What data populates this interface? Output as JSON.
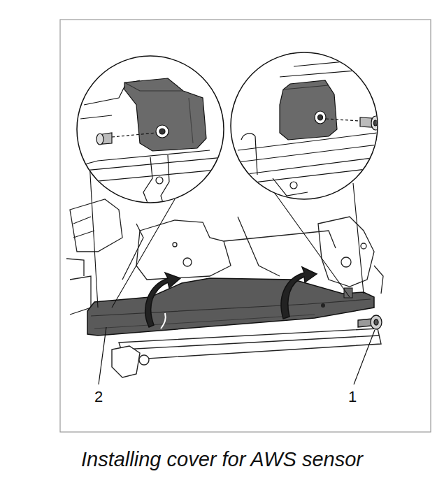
{
  "diagram": {
    "caption": "Installing cover for AWS sensor",
    "labels": [
      "2",
      "1"
    ]
  }
}
